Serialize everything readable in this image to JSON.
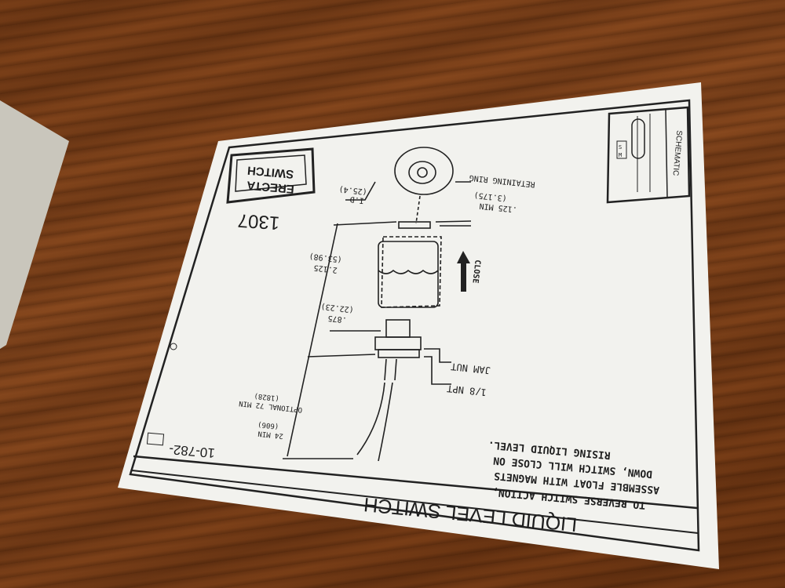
{
  "card": {
    "title": "LIQUID LEVEL SWITCH",
    "part_number": "10-782-",
    "handwritten_number": "1307",
    "logo": {
      "brand_line1": "ERECTA",
      "brand_line2": "SWITCH"
    },
    "schematic_label": "SCHEMATIC",
    "schematic_marks": [
      "S",
      "M"
    ],
    "note_lines": [
      "TO REVERSE SWITCH ACTION,",
      "ASSEMBLE FLOAT WITH MAGNETS",
      "DOWN, SWITCH WILL CLOSE ON",
      "RISING LIQUID LEVEL."
    ],
    "callouts": {
      "retaining_ring": "RETAINING RING",
      "id": "I.D",
      "id_mm": "(25.4)",
      "min125": ".125 MIN",
      "min125_mm": "(3.175)",
      "dim2125": "2.125",
      "dim2125_mm": "(53.98)",
      "dim875": ".875",
      "dim875_mm": "(22.23)",
      "close": "CLOSE",
      "jam_nut": "JAM NUT",
      "npt": "1/8 NPT",
      "optional": "OPTIONAL 72 MIN",
      "optional_mm": "(1828)",
      "min24": "24 MIN",
      "min24_mm": "(606)"
    }
  },
  "colors": {
    "wood": "#7a3f18",
    "card": "#f2f2ee",
    "ink": "#1e1e1e",
    "paper_left": "#c9c6bc"
  }
}
